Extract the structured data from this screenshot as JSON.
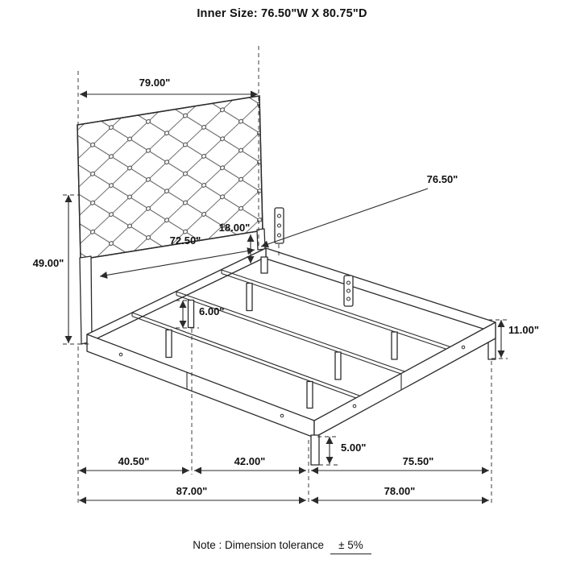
{
  "title": "Inner Size: 76.50\"W X 80.75\"D",
  "dimensions": {
    "top_width": "79.00\"",
    "headboard_height": "49.00\"",
    "headboard_width_inner": "72.50\"",
    "headboard_rail_gap": "18.00\"",
    "rail_width": "76.50\"",
    "center_leg_height": "6.00\"",
    "rail_height": "11.00\"",
    "foot_leg_height": "5.00\"",
    "floor_left_span": "40.50\"",
    "floor_center_span": "42.00\"",
    "floor_right_span": "75.50\"",
    "floor_depth_total": "87.00\"",
    "floor_width_total": "78.00\""
  },
  "note": {
    "prefix": "Note : Dimension tolerance",
    "tolerance": "± 5%"
  },
  "colors": {
    "line": "#2b2b2b",
    "background": "#ffffff"
  }
}
